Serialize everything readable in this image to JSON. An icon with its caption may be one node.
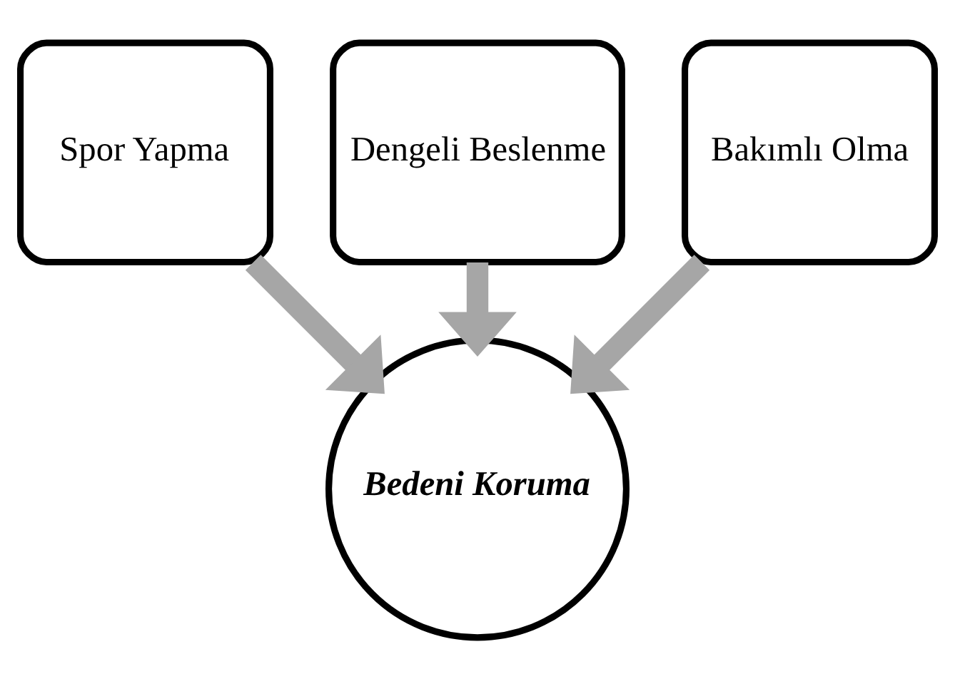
{
  "diagram": {
    "nodes": [
      {
        "text": [
          "Spor Yapma"
        ]
      },
      {
        "text": [
          "Dengeli Beslenme"
        ]
      },
      {
        "text": [
          "Bakımlı Olma"
        ]
      },
      {
        "text": [
          "Bedeni Koruma"
        ]
      }
    ],
    "edges": [
      {
        "from": 0,
        "to": 3,
        "arrow": "to"
      },
      {
        "from": 1,
        "to": 3,
        "arrow": "to"
      },
      {
        "from": 2,
        "to": 3,
        "arrow": "to"
      }
    ]
  }
}
